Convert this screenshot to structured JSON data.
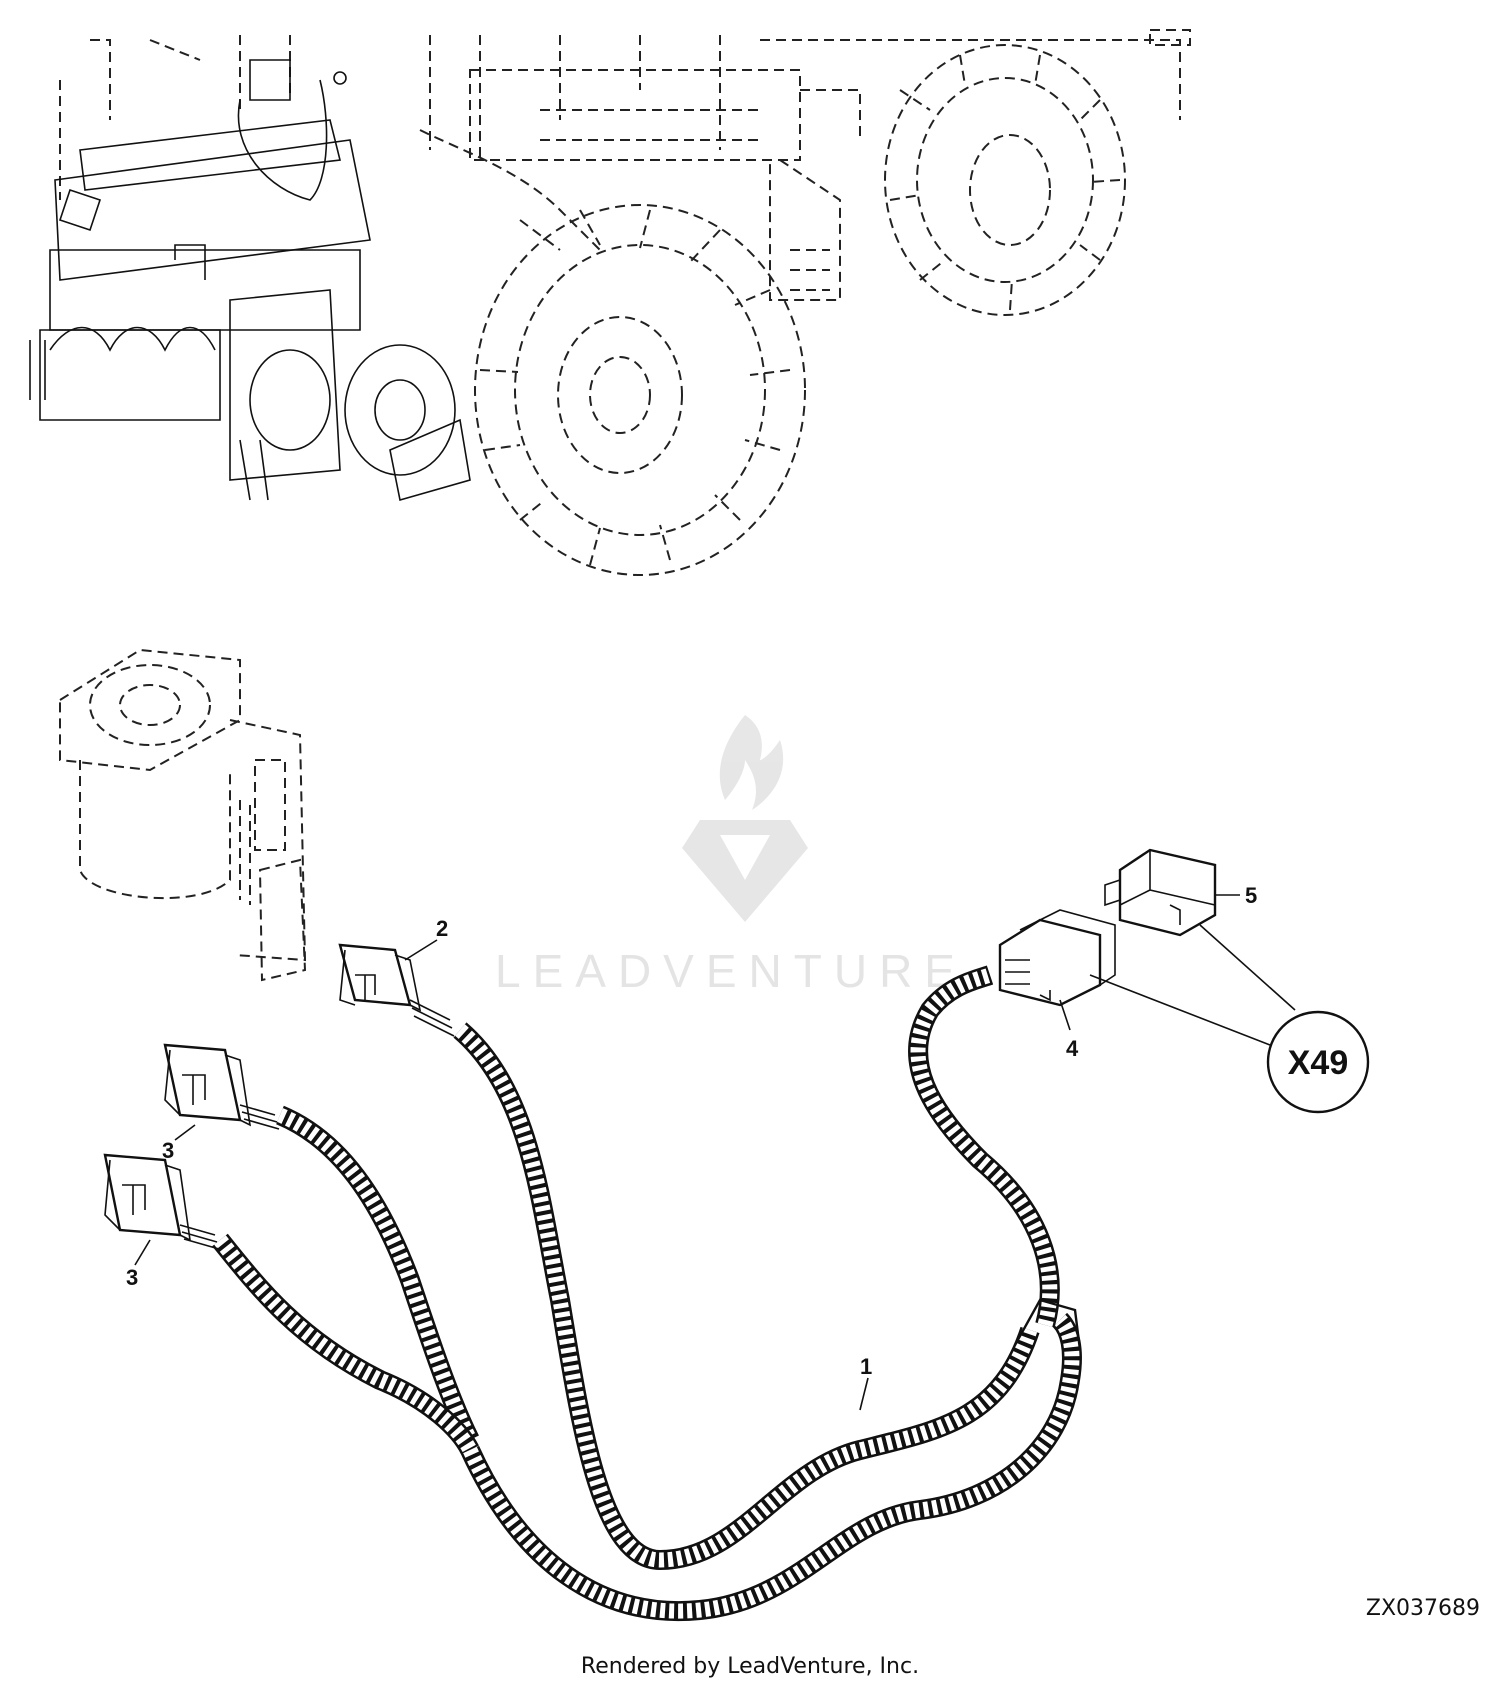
{
  "figure_id": "ZX037689",
  "footer_credit": "Rendered by LeadVenture, Inc.",
  "watermark": {
    "text": "LEADVENTURE"
  },
  "callouts": [
    {
      "id": "1",
      "label": "1"
    },
    {
      "id": "2",
      "label": "2"
    },
    {
      "id": "3a",
      "label": "3"
    },
    {
      "id": "3b",
      "label": "3"
    },
    {
      "id": "4",
      "label": "4"
    },
    {
      "id": "5",
      "label": "5"
    }
  ],
  "connector_ref": {
    "label": "X49"
  },
  "colors": {
    "line": "#111111",
    "watermark": "#e2e2e2",
    "background": "#ffffff"
  }
}
